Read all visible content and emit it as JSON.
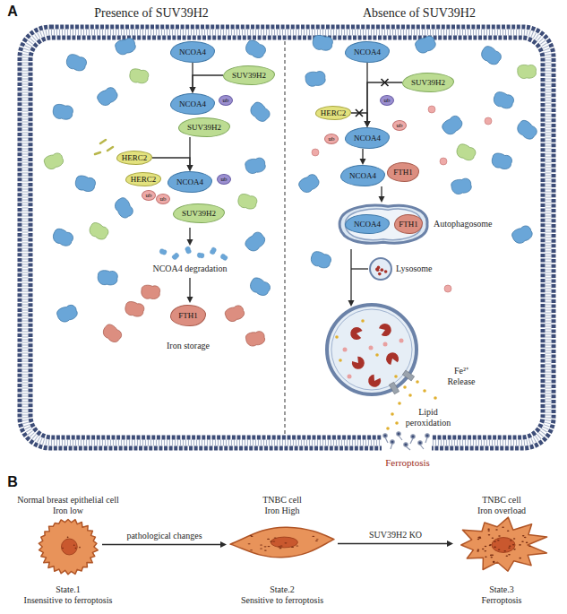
{
  "diagram": {
    "nodes": [
      {
        "text": [
          "Presence of SUV39H2"
        ]
      },
      {
        "text": [
          "Absence of SUV39H2"
        ]
      },
      {
        "text": [
          "NCOA4"
        ],
        "in": 0
      },
      {
        "text": [
          "SUV39H2"
        ],
        "in": 0
      },
      {
        "text": [
          "NCOA4"
        ],
        "in": 0
      },
      {
        "text": [
          "ub"
        ],
        "in": 0
      },
      {
        "text": [
          "SUV39H2"
        ],
        "in": 0
      },
      {
        "text": [
          "HERC2"
        ],
        "in": 0
      },
      {
        "text": [
          "HERC2"
        ],
        "in": 0
      },
      {
        "text": [
          "ub"
        ],
        "in": 0
      },
      {
        "text": [
          "ub"
        ],
        "in": 0
      },
      {
        "text": [
          "NCOA4"
        ],
        "in": 0
      },
      {
        "text": [
          "ub"
        ],
        "in": 0
      },
      {
        "text": [
          "SUV39H2"
        ],
        "in": 0
      },
      {
        "text": [
          "FTH1"
        ],
        "in": 0
      },
      {
        "text": [
          "NCOA4"
        ],
        "in": 1
      },
      {
        "text": [
          "SUV39H2"
        ],
        "in": 1
      },
      {
        "text": [
          "ub"
        ],
        "in": 1
      },
      {
        "text": [
          "HERC2"
        ],
        "in": 1
      },
      {
        "text": [
          "NCOA4"
        ],
        "in": 1
      },
      {
        "text": [
          "ub"
        ],
        "in": 1
      },
      {
        "text": [
          "ub"
        ],
        "in": 1
      },
      {
        "text": [
          "NCOA4"
        ],
        "in": 1
      },
      {
        "text": [
          "FTH1"
        ],
        "in": 1
      },
      {
        "text": [
          "Autophagosome"
        ],
        "in": 1
      },
      {
        "text": [
          "NCOA4"
        ],
        "in": 24
      },
      {
        "text": [
          "FTH1"
        ],
        "in": 24
      },
      {
        "text": [
          "Lysosome"
        ],
        "in": 1
      },
      {
        "text": [
          "Normal breast epithelial cell",
          "Iron low",
          "State.1",
          "Insensitive to ferroptosis"
        ]
      },
      {
        "text": [
          "TNBC cell",
          "Iron High",
          "State.2",
          "Sensitive to ferroptosis"
        ]
      },
      {
        "text": [
          "TNBC cell",
          "Iron overload",
          "State.3",
          "Ferroptosis"
        ]
      }
    ],
    "edges": [
      {
        "from": 2,
        "to": 4,
        "arrow": "to"
      },
      {
        "from": 3,
        "to": 4,
        "arrow": "to"
      },
      {
        "from": 6,
        "to": 11,
        "arrow": "to"
      },
      {
        "from": 7,
        "to": 11,
        "arrow": "to"
      },
      {
        "from": 15,
        "to": 19,
        "arrow": "to"
      },
      {
        "from": 16,
        "to": 19,
        "arrow": "to"
      },
      {
        "from": 18,
        "to": 19,
        "arrow": "to"
      },
      {
        "from": 19,
        "to": 22,
        "arrow": "to"
      },
      {
        "from": 22,
        "to": 24,
        "arrow": "to"
      },
      {
        "from": 28,
        "to": 29,
        "label": "pathological changes",
        "arrow": "to"
      },
      {
        "from": 29,
        "to": 30,
        "label": "SUV39H2 KO",
        "arrow": "to"
      }
    ],
    "labels": [
      "A",
      "NCOA4 degradation",
      "Iron storage",
      "Fe²⁺ Release",
      "Lipid peroxidation",
      "Ferroptosis",
      "B"
    ]
  }
}
